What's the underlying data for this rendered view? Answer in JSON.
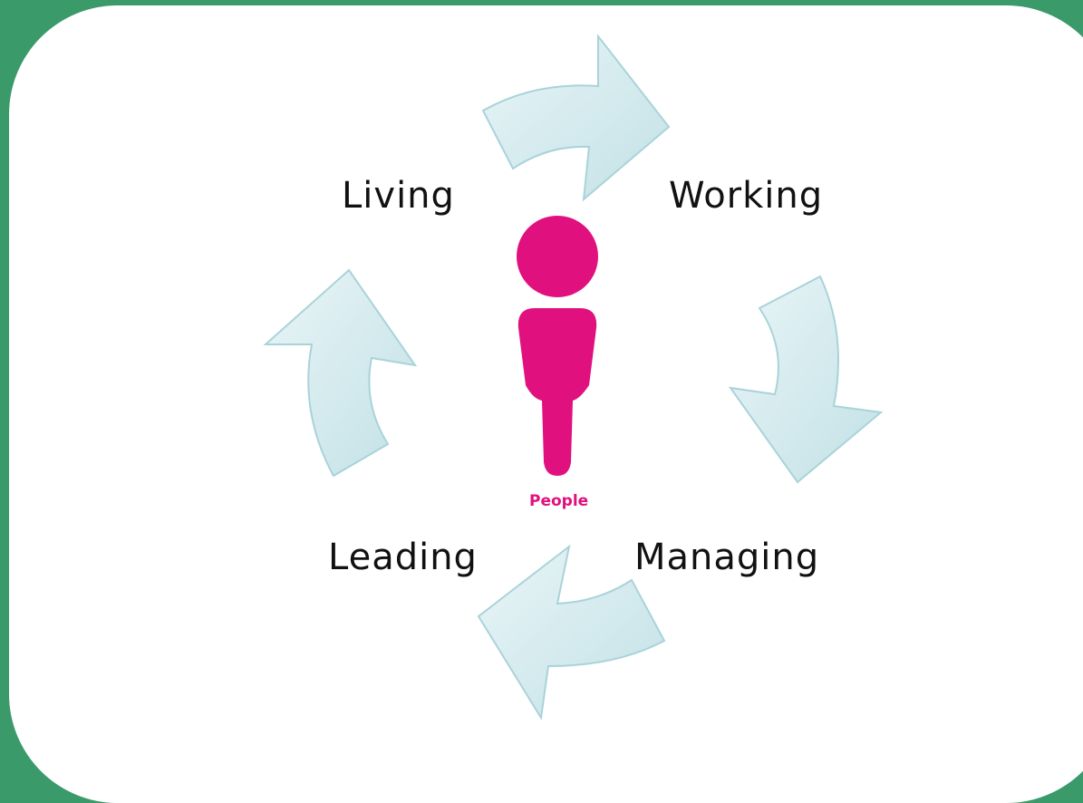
{
  "diagram": {
    "stages": {
      "living": "Living",
      "working": "Working",
      "managing": "Managing",
      "leading": "Leading"
    },
    "center": {
      "caption": "People",
      "icon": "person-icon"
    }
  },
  "colors": {
    "background": "#3a9a6a",
    "card": "#ffffff",
    "arrow_fill": "#cce6ea",
    "arrow_stroke": "#a9d3d9",
    "figure": "#e0117f",
    "text": "#111111"
  }
}
